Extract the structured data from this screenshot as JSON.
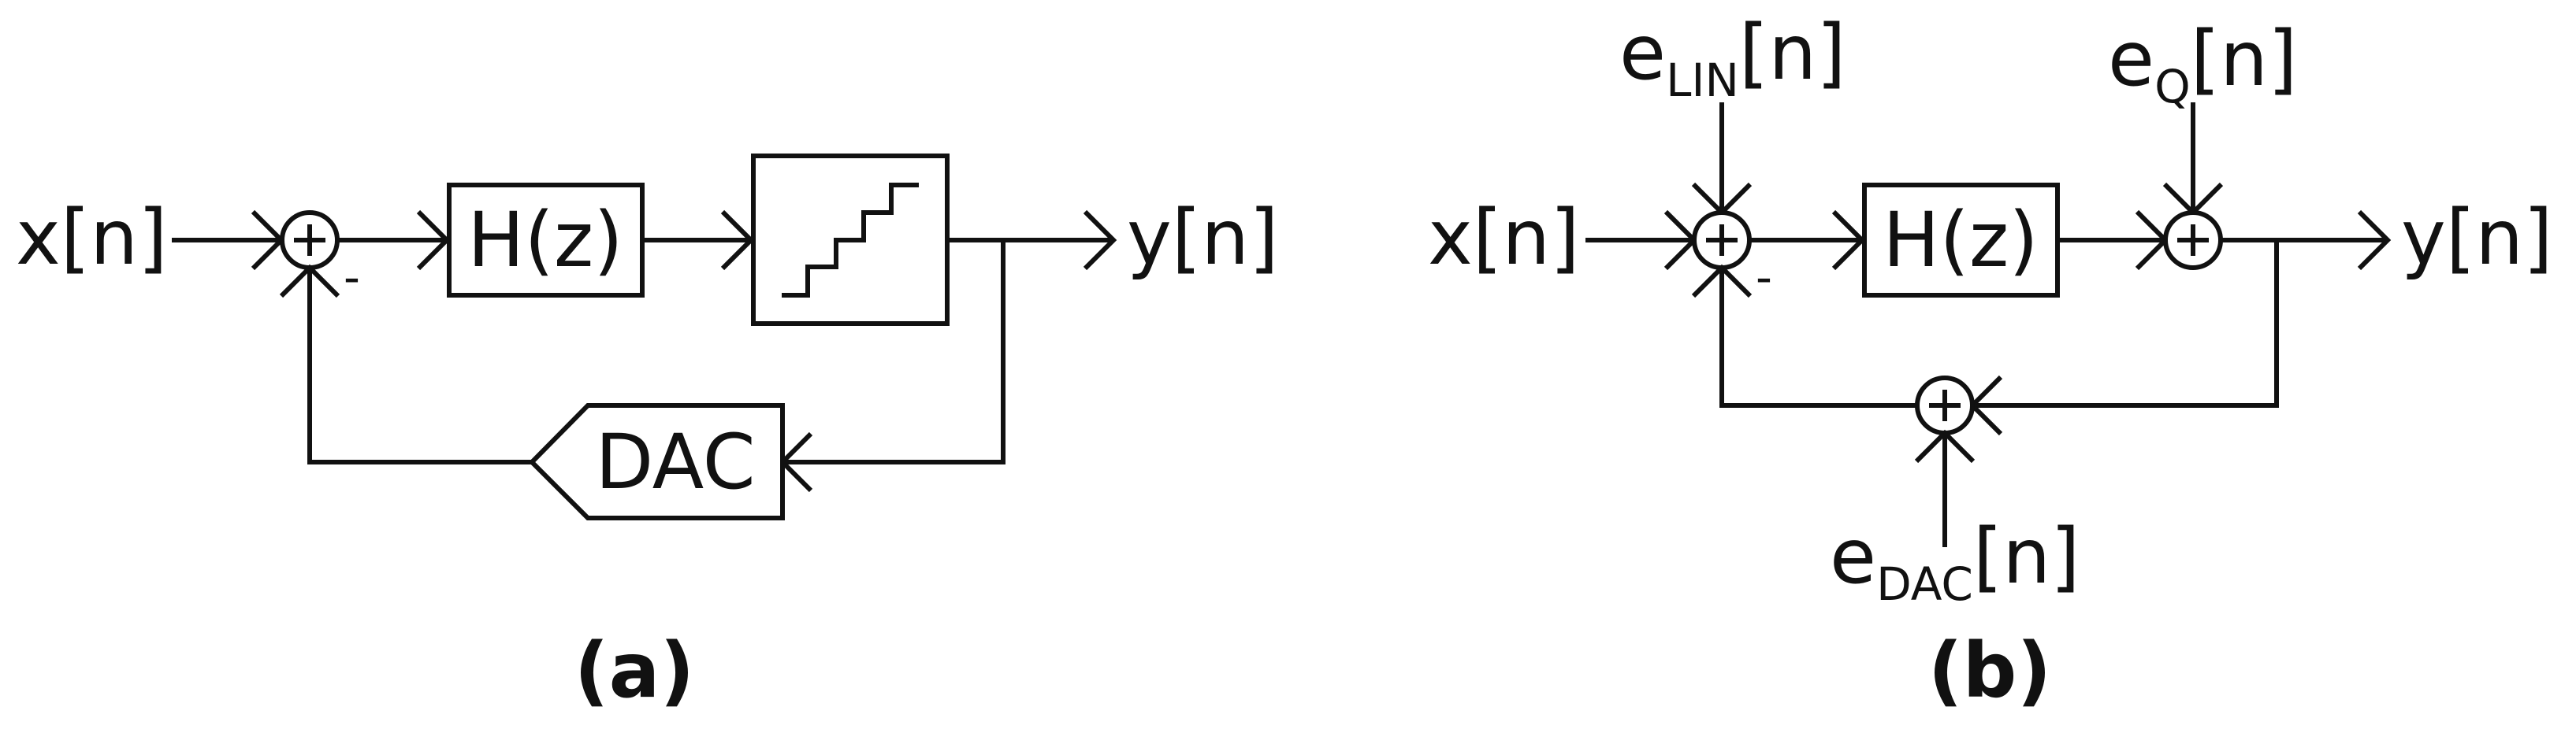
{
  "diagram_a": {
    "caption": "(a)",
    "input": "x[n]",
    "output": "y[n]",
    "filter": "H(z)",
    "dac": "DAC",
    "minus_sign": "-"
  },
  "diagram_b": {
    "caption": "(b)",
    "input": "x[n]",
    "output": "y[n]",
    "filter": "H(z)",
    "minus_sign": "-",
    "e_lin": {
      "base": "e",
      "sub": "LIN",
      "tail": "[n]"
    },
    "e_q": {
      "base": "e",
      "sub": "Q",
      "tail": "[n]"
    },
    "e_dac": {
      "base": "e",
      "sub": "DAC",
      "tail": "[n]"
    }
  },
  "colors": {
    "ink": "#111111",
    "background": "#ffffff"
  }
}
